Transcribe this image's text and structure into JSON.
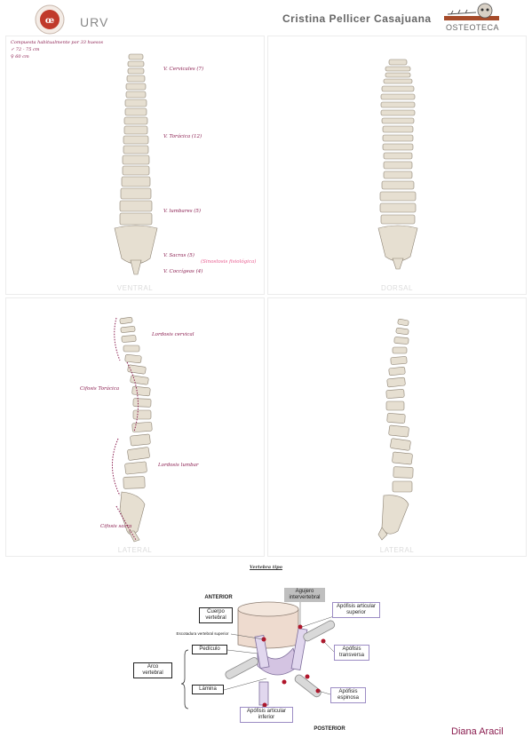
{
  "header": {
    "university": "URV",
    "author": "Cristina Pellicer Casajuana",
    "osteoteca": "OSTEOTECA"
  },
  "panels": {
    "ventral": "VENTRAL",
    "dorsal": "DORSAL",
    "lateral_left": "LATERAL",
    "lateral_right": "LATERAL"
  },
  "notes": {
    "line1": "Compuesta habitualmente por 33 huesos",
    "line2": "✓ 72 - 75 cm",
    "line3": "♀ 60 cm"
  },
  "ventral_labels": {
    "cervical": "V. Cervicales (7)",
    "toracica": "V. Torácica (12)",
    "lumbar": "V. lumbares (5)",
    "sacras": "V. Sacras (5)",
    "coccigeas": "V. Coccígeas (4)",
    "sinostosis": "(Sinostosis fisiológica)"
  },
  "lateral_labels": {
    "lordosis_cervical": "Lordosis cervical",
    "cifosis_toracica": "Cifosis Torácica",
    "lordosis_lumbar": "Lordosis lumbar",
    "cifosis_sacra": "Cifosis sacra"
  },
  "diagram": {
    "title": "Vertebra tipo",
    "anterior": "ANTERIOR",
    "posterior": "POSTERIOR",
    "agujero": "Agujero intervertebral",
    "cuerpo": "Cuerpo vertebral",
    "escotadura": "Escotadura vertebral superior",
    "pediculo": "Pedículo",
    "arco": "Arco vertebral",
    "lamina": "Lámina",
    "art_sup": "Apófisis articular superior",
    "transversa": "Apófisis transversa",
    "espinosa": "Apófisis espinosa",
    "art_inf": "Apófisis articular inferior"
  },
  "footer": {
    "name": "Diana Aracil"
  }
}
